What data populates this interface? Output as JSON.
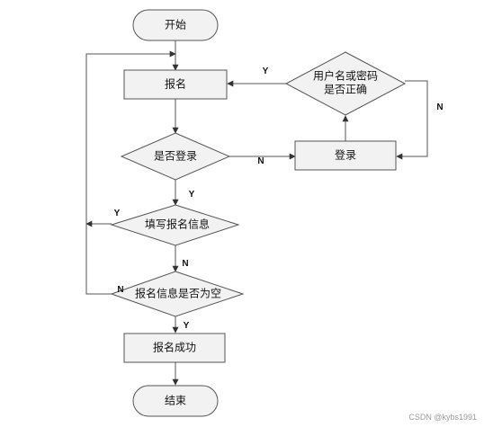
{
  "nodes": {
    "start": "开始",
    "register": "报名",
    "is_logged_in": "是否登录",
    "login": "登录",
    "credentials_check_line1": "用户名或密码",
    "credentials_check_line2": "是否正确",
    "fill_info": "填写报名信息",
    "info_empty": "报名信息是否为空",
    "success": "报名成功",
    "end": "结束"
  },
  "edges": {
    "credentials_yes": "Y",
    "credentials_no": "N",
    "logged_in_no": "N",
    "logged_in_yes": "Y",
    "fill_yes": "Y",
    "fill_no": "N",
    "empty_no": "N",
    "empty_yes": "Y"
  },
  "watermark": "CSDN @kybs1991"
}
